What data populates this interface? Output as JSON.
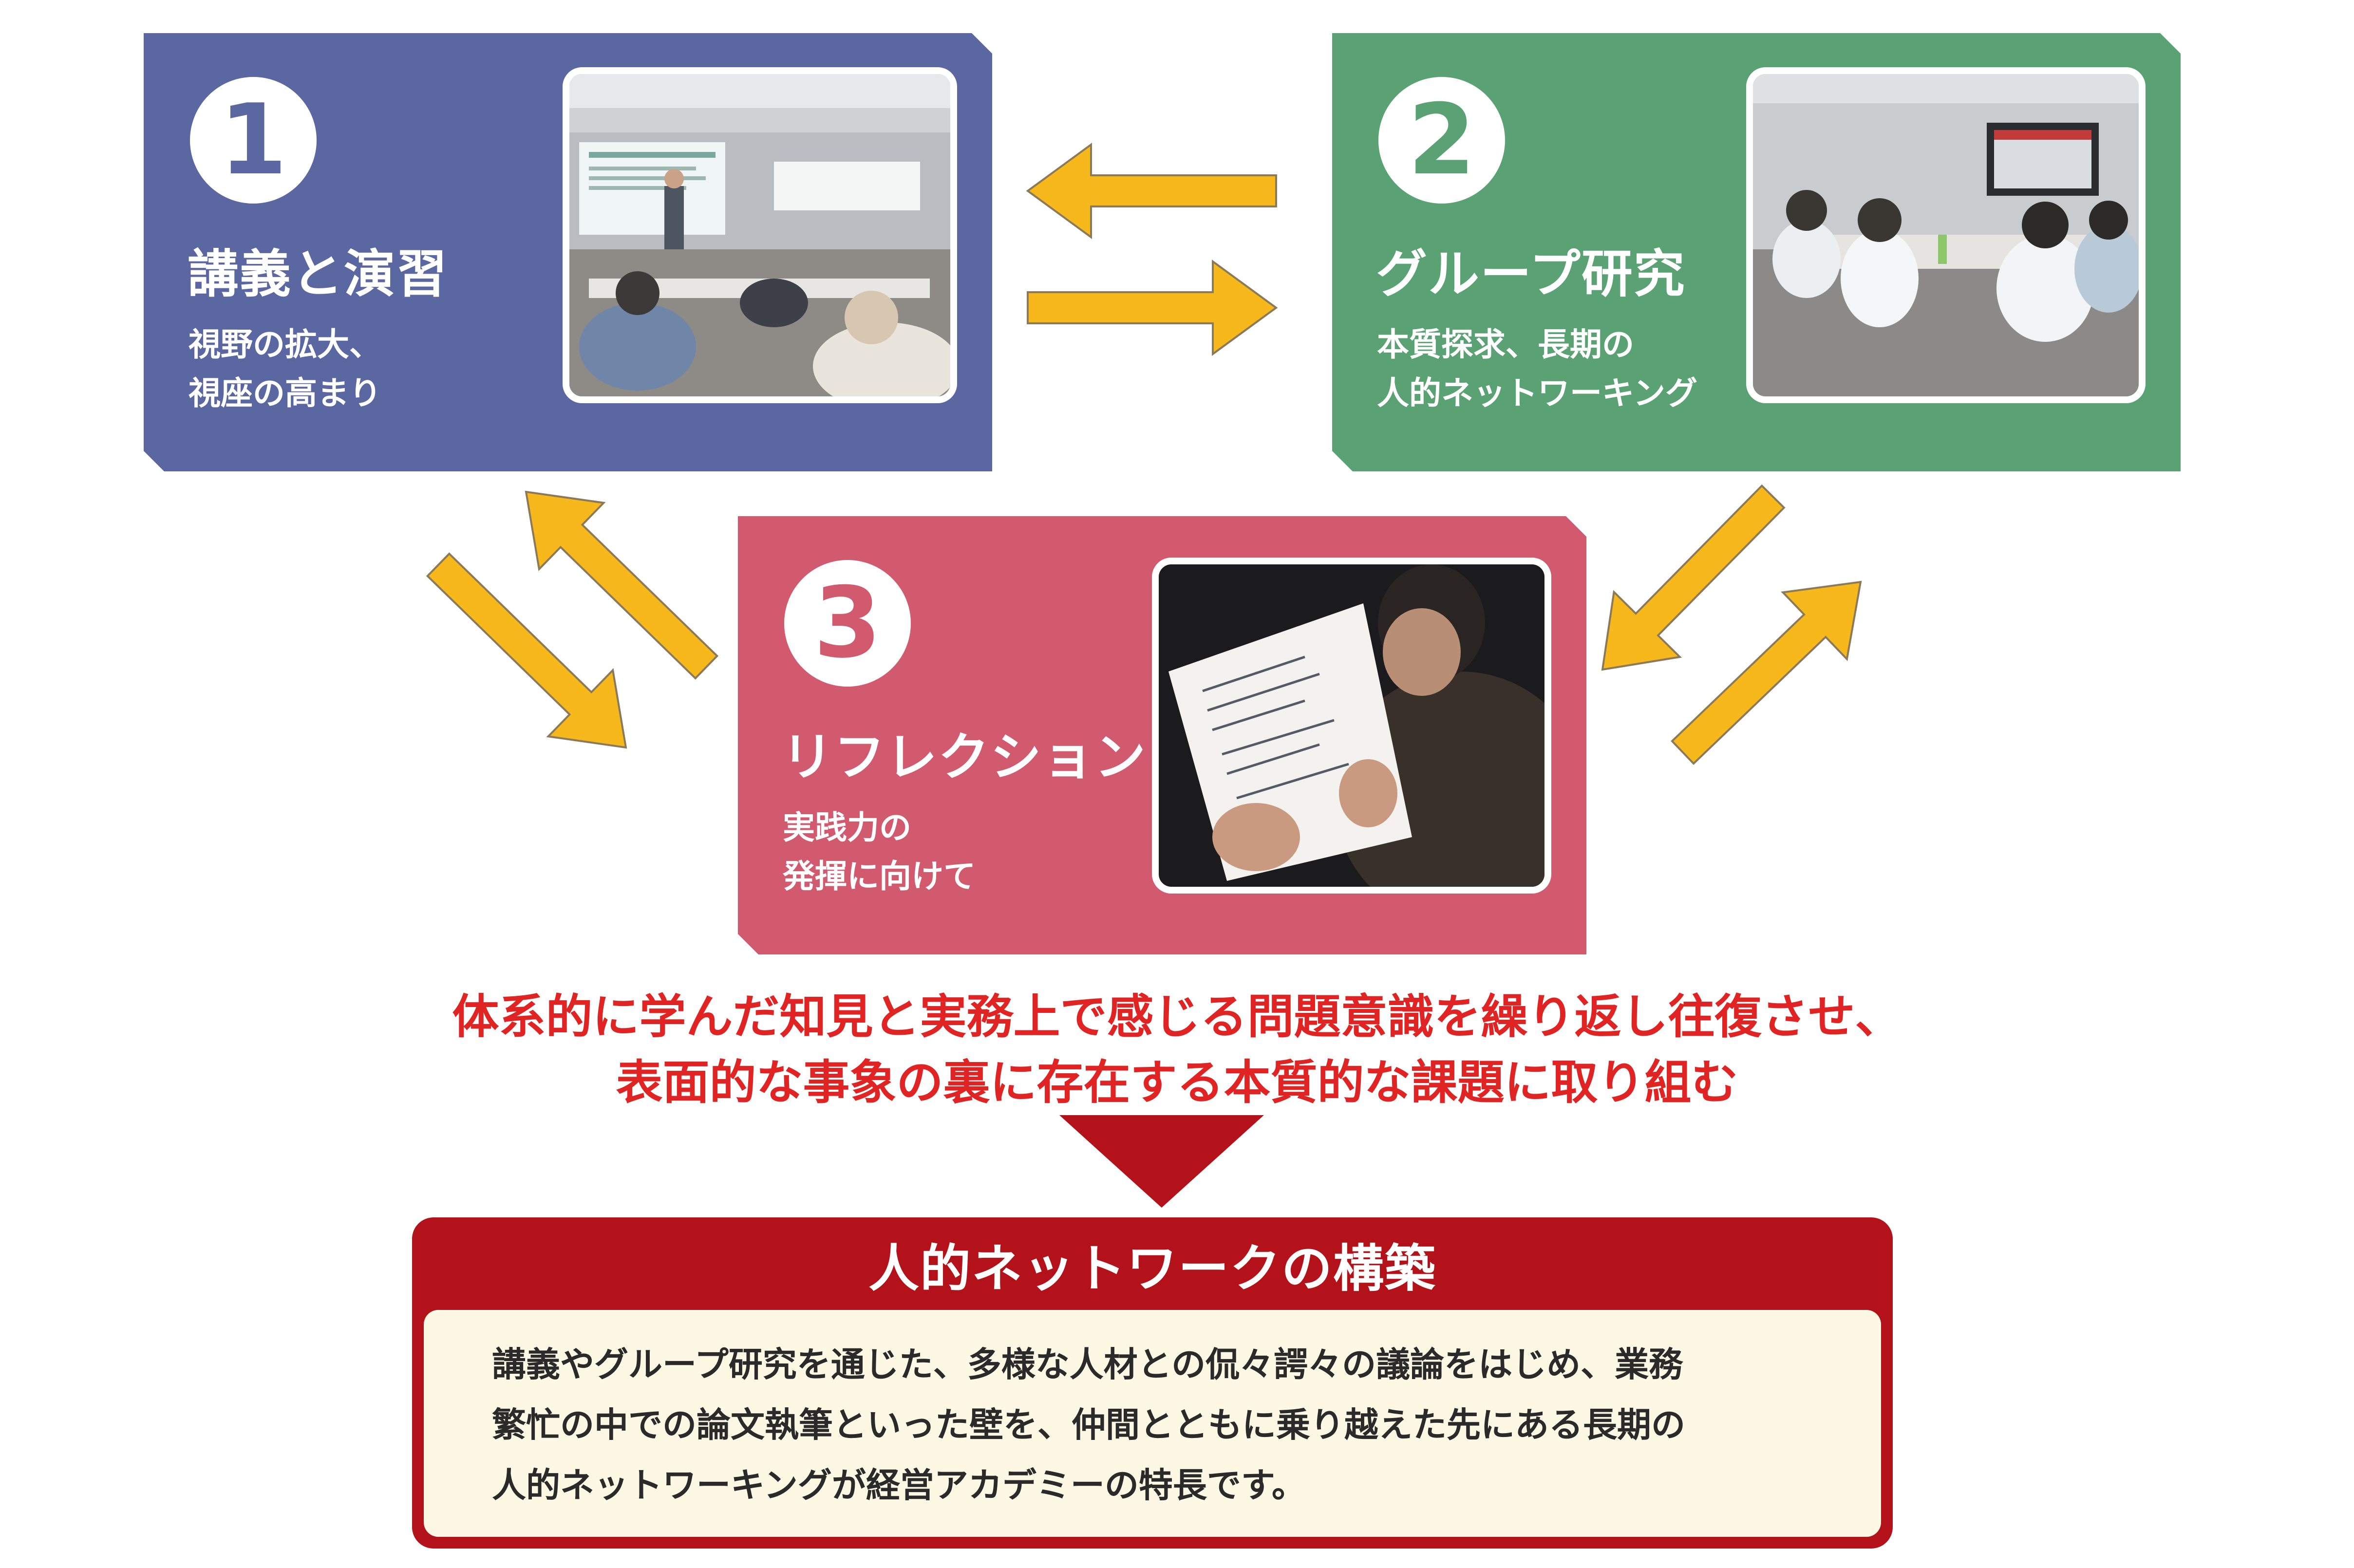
{
  "cards": [
    {
      "number": "1",
      "title": "講義と演習",
      "subtitle_lines": [
        "視野の拡大、",
        "視座の高まり"
      ],
      "color": "#5b67a1",
      "photo_icon": "lecture-classroom-photo"
    },
    {
      "number": "2",
      "title": "グループ研究",
      "subtitle_lines": [
        "本質探求、長期の",
        "人的ネットワーキング"
      ],
      "color": "#5aa174",
      "photo_icon": "group-discussion-photo"
    },
    {
      "number": "3",
      "title": "リフレクション",
      "subtitle_lines": [
        "実践力の",
        "発揮に向けて"
      ],
      "color": "#d15a6e",
      "photo_icon": "reading-notes-photo"
    }
  ],
  "arrow_color": "#f7b81c",
  "message_lines": [
    "体系的に学んだ知見と実務上で感じる問題意識を繰り返し往復させ、",
    "表面的な事象の裏に存在する本質的な課題に取り組む"
  ],
  "message_color": "#e02424",
  "network": {
    "title": "人的ネットワークの構築",
    "body_lines": [
      "講義やグループ研究を通じた、多様な人材との侃々諤々の議論をはじめ、業務",
      "繁忙の中での論文執筆といった壁を、仲間とともに乗り越えた先にある長期の",
      "人的ネットワーキングが経営アカデミーの特長です。"
    ],
    "color": "#b4121a",
    "body_background": "#fdf8e4"
  }
}
